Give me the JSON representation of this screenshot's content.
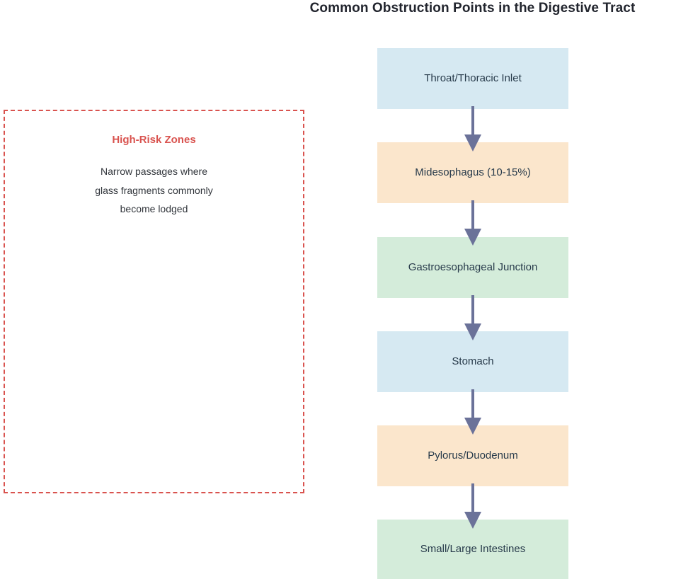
{
  "title": "Common Obstruction Points in the Digestive Tract",
  "colors": {
    "title_text": "#22252e",
    "node_text": "#283b4b",
    "blue_fill": "#d6e9f2",
    "peach_fill": "#fbe6cc",
    "green_fill": "#d4ecda",
    "arrow": "#6b7299",
    "risk_accent": "#d9534f",
    "body_text": "#31353b",
    "background": "#ffffff"
  },
  "flowchart": {
    "type": "vertical-flow",
    "orientation": "top-to-bottom",
    "nodes": [
      {
        "label": "Throat/Thoracic Inlet",
        "fill": "#d6e9f2"
      },
      {
        "label": "Midesophagus (10-15%)",
        "fill": "#fbe6cc"
      },
      {
        "label": "Gastroesophageal Junction",
        "fill": "#d4ecda"
      },
      {
        "label": "Stomach",
        "fill": "#d6e9f2"
      },
      {
        "label": "Pylorus/Duodenum",
        "fill": "#fbe6cc"
      },
      {
        "label": "Small/Large Intestines",
        "fill": "#d4ecda"
      }
    ],
    "arrow_count": 5
  },
  "risk_panel": {
    "heading": "High-Risk Zones",
    "lines": [
      "Narrow passages where",
      "glass fragments commonly",
      "become lodged"
    ]
  }
}
